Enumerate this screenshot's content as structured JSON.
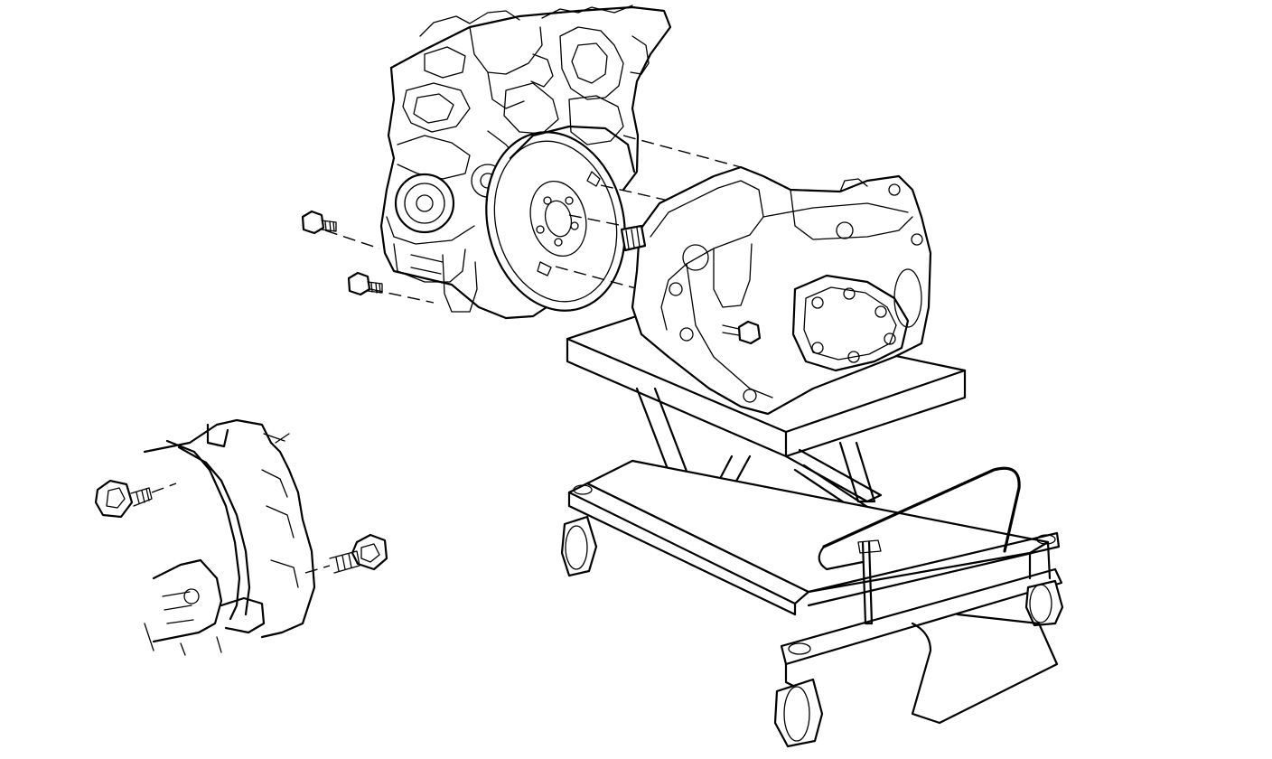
{
  "diagram": {
    "components": [
      "engine-block",
      "flywheel",
      "transmission",
      "lift-table",
      "engine-bolt",
      "transmission-bolt",
      "mount-bracket",
      "bracket-bolt"
    ],
    "colors": {
      "line": "#000000",
      "background": "#ffffff",
      "fill": "#ffffff"
    }
  }
}
